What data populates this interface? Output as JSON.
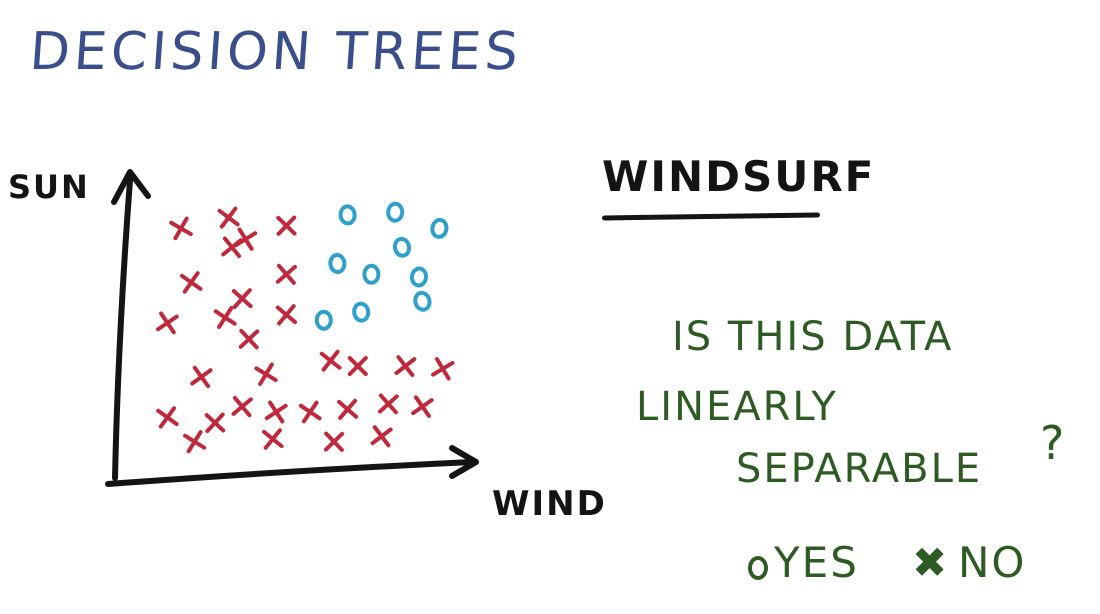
{
  "title": "DECISION TREES",
  "subject": "WINDSURF",
  "question": {
    "line1": "IS THIS DATA",
    "line2": "LINEARLY",
    "line3": "SEPARABLE",
    "mark": "?"
  },
  "options": {
    "yes_label": "YES",
    "no_marker": "✖",
    "no_label": "NO"
  },
  "colors": {
    "title": "#3a4e8c",
    "axis": "#141414",
    "x_marker": "#c0283c",
    "o_marker": "#2fa0cc",
    "question": "#2e5a24"
  },
  "chart_data": {
    "type": "scatter",
    "title": "",
    "xlabel": "WIND",
    "ylabel": "SUN",
    "xlim": [
      0,
      10
    ],
    "ylim": [
      0,
      10
    ],
    "grid": false,
    "legend": "none",
    "series": [
      {
        "marker": "x",
        "points": [
          [
            1.5,
            8.8
          ],
          [
            2.9,
            9.2
          ],
          [
            4.6,
            8.9
          ],
          [
            3.0,
            8.1
          ],
          [
            3.4,
            8.4
          ],
          [
            1.8,
            6.8
          ],
          [
            3.3,
            6.2
          ],
          [
            4.6,
            7.1
          ],
          [
            1.1,
            5.3
          ],
          [
            2.8,
            5.5
          ],
          [
            4.6,
            5.6
          ],
          [
            3.5,
            4.7
          ],
          [
            2.1,
            3.3
          ],
          [
            4.0,
            3.4
          ],
          [
            5.9,
            3.9
          ],
          [
            6.7,
            3.7
          ],
          [
            8.1,
            3.7
          ],
          [
            9.2,
            3.6
          ],
          [
            1.1,
            1.8
          ],
          [
            2.5,
            1.6
          ],
          [
            3.3,
            2.2
          ],
          [
            4.3,
            2.0
          ],
          [
            5.3,
            2.0
          ],
          [
            6.4,
            2.1
          ],
          [
            7.6,
            2.3
          ],
          [
            8.6,
            2.2
          ],
          [
            1.9,
            0.9
          ],
          [
            4.2,
            1.0
          ],
          [
            6.0,
            0.9
          ],
          [
            7.4,
            1.1
          ]
        ]
      },
      {
        "marker": "o",
        "points": [
          [
            6.4,
            9.3
          ],
          [
            7.8,
            9.4
          ],
          [
            9.1,
            8.8
          ],
          [
            8.0,
            8.1
          ],
          [
            6.1,
            7.5
          ],
          [
            7.1,
            7.1
          ],
          [
            8.5,
            7.0
          ],
          [
            8.6,
            6.1
          ],
          [
            6.8,
            5.7
          ],
          [
            5.7,
            5.4
          ]
        ]
      }
    ]
  }
}
